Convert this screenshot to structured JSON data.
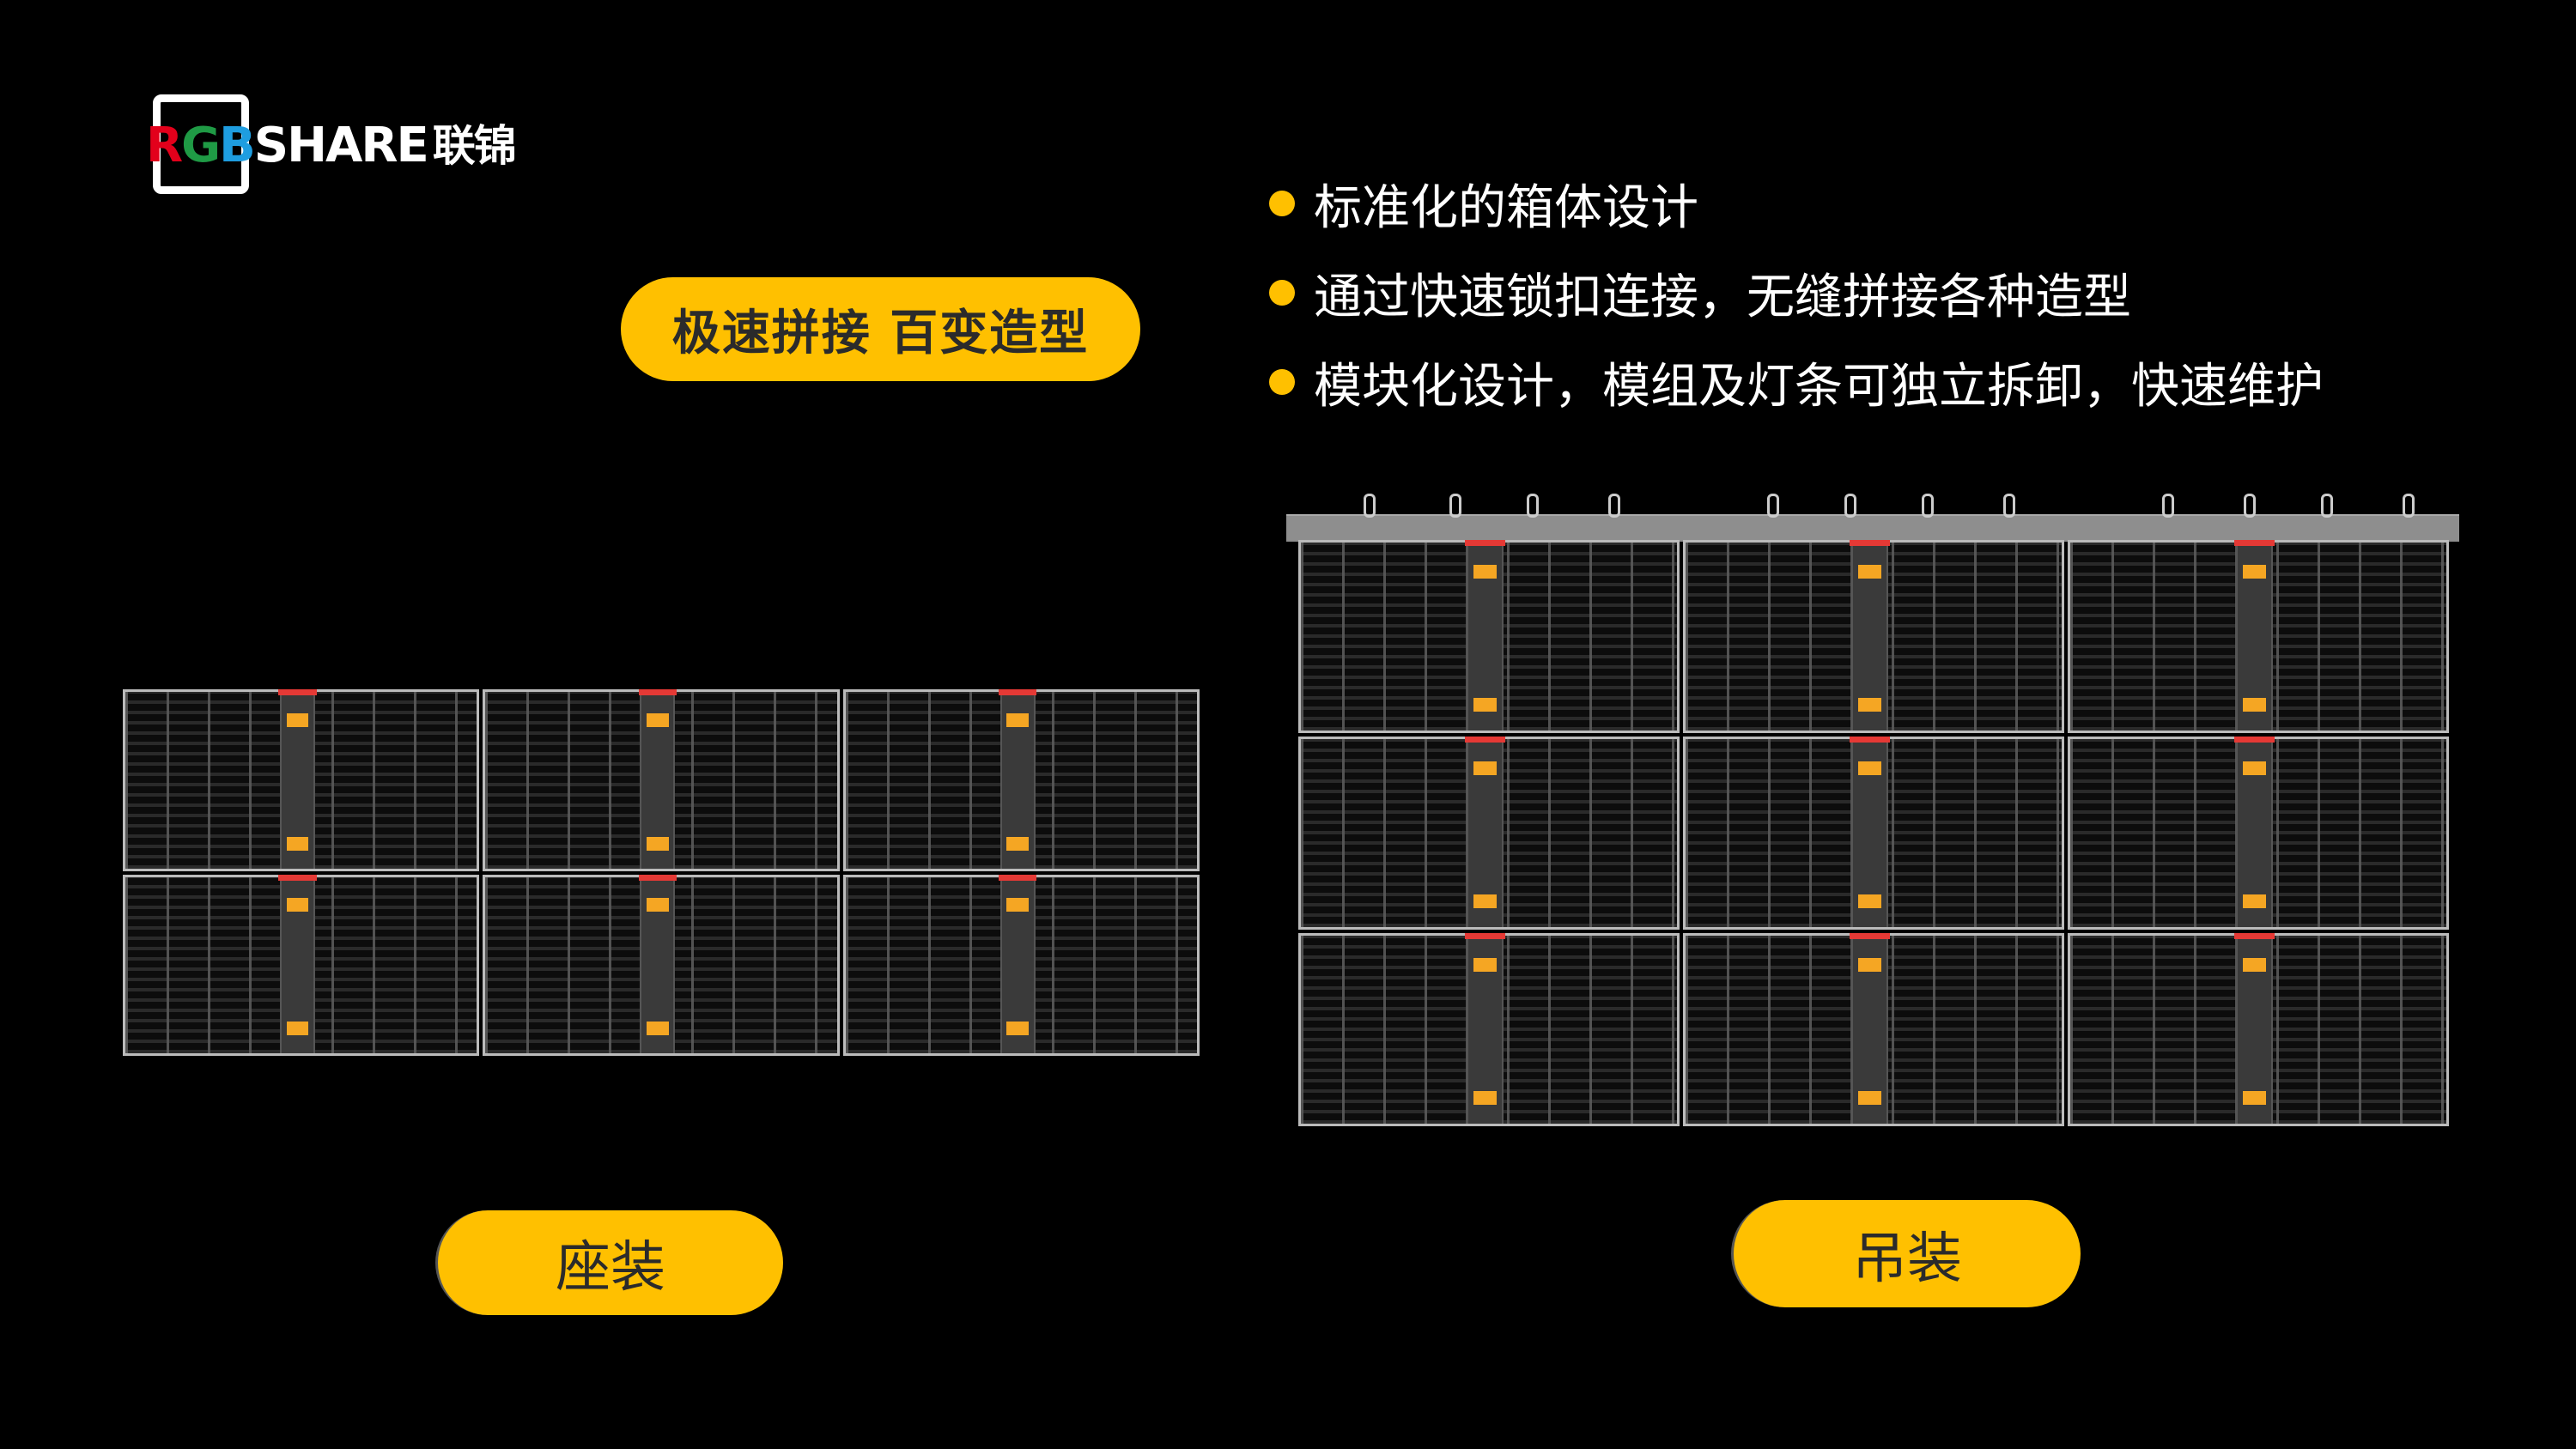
{
  "logo": {
    "rgb": [
      "R",
      "G",
      "B"
    ],
    "brand": "SHARE",
    "cn": "联锦",
    "colors": [
      "#e3001b",
      "#1f9a45",
      "#1e9de0"
    ]
  },
  "headline": "极速拼接 百变造型",
  "features": [
    "标准化的箱体设计",
    "通过快速锁扣连接，无缝拼接各种造型",
    "模块化设计，模组及灯条可独立拆卸，快速维护"
  ],
  "mounts": {
    "seat": "座装",
    "hang": "吊装"
  },
  "accent": "#FFC000"
}
